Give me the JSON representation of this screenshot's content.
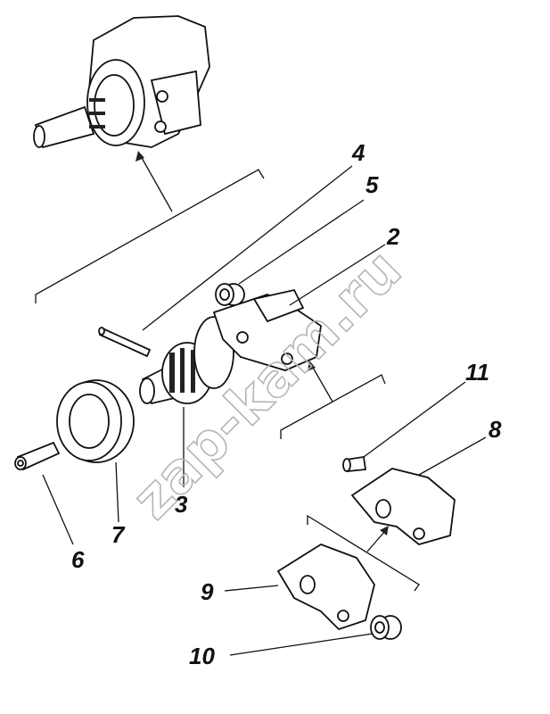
{
  "diagram": {
    "watermark": "zap-kam.ru",
    "callouts": {
      "p2": "2",
      "p3": "3",
      "p4": "4",
      "p5": "5",
      "p6": "6",
      "p7": "7",
      "p8": "8",
      "p9": "9",
      "p10": "10",
      "p11": "11"
    }
  }
}
